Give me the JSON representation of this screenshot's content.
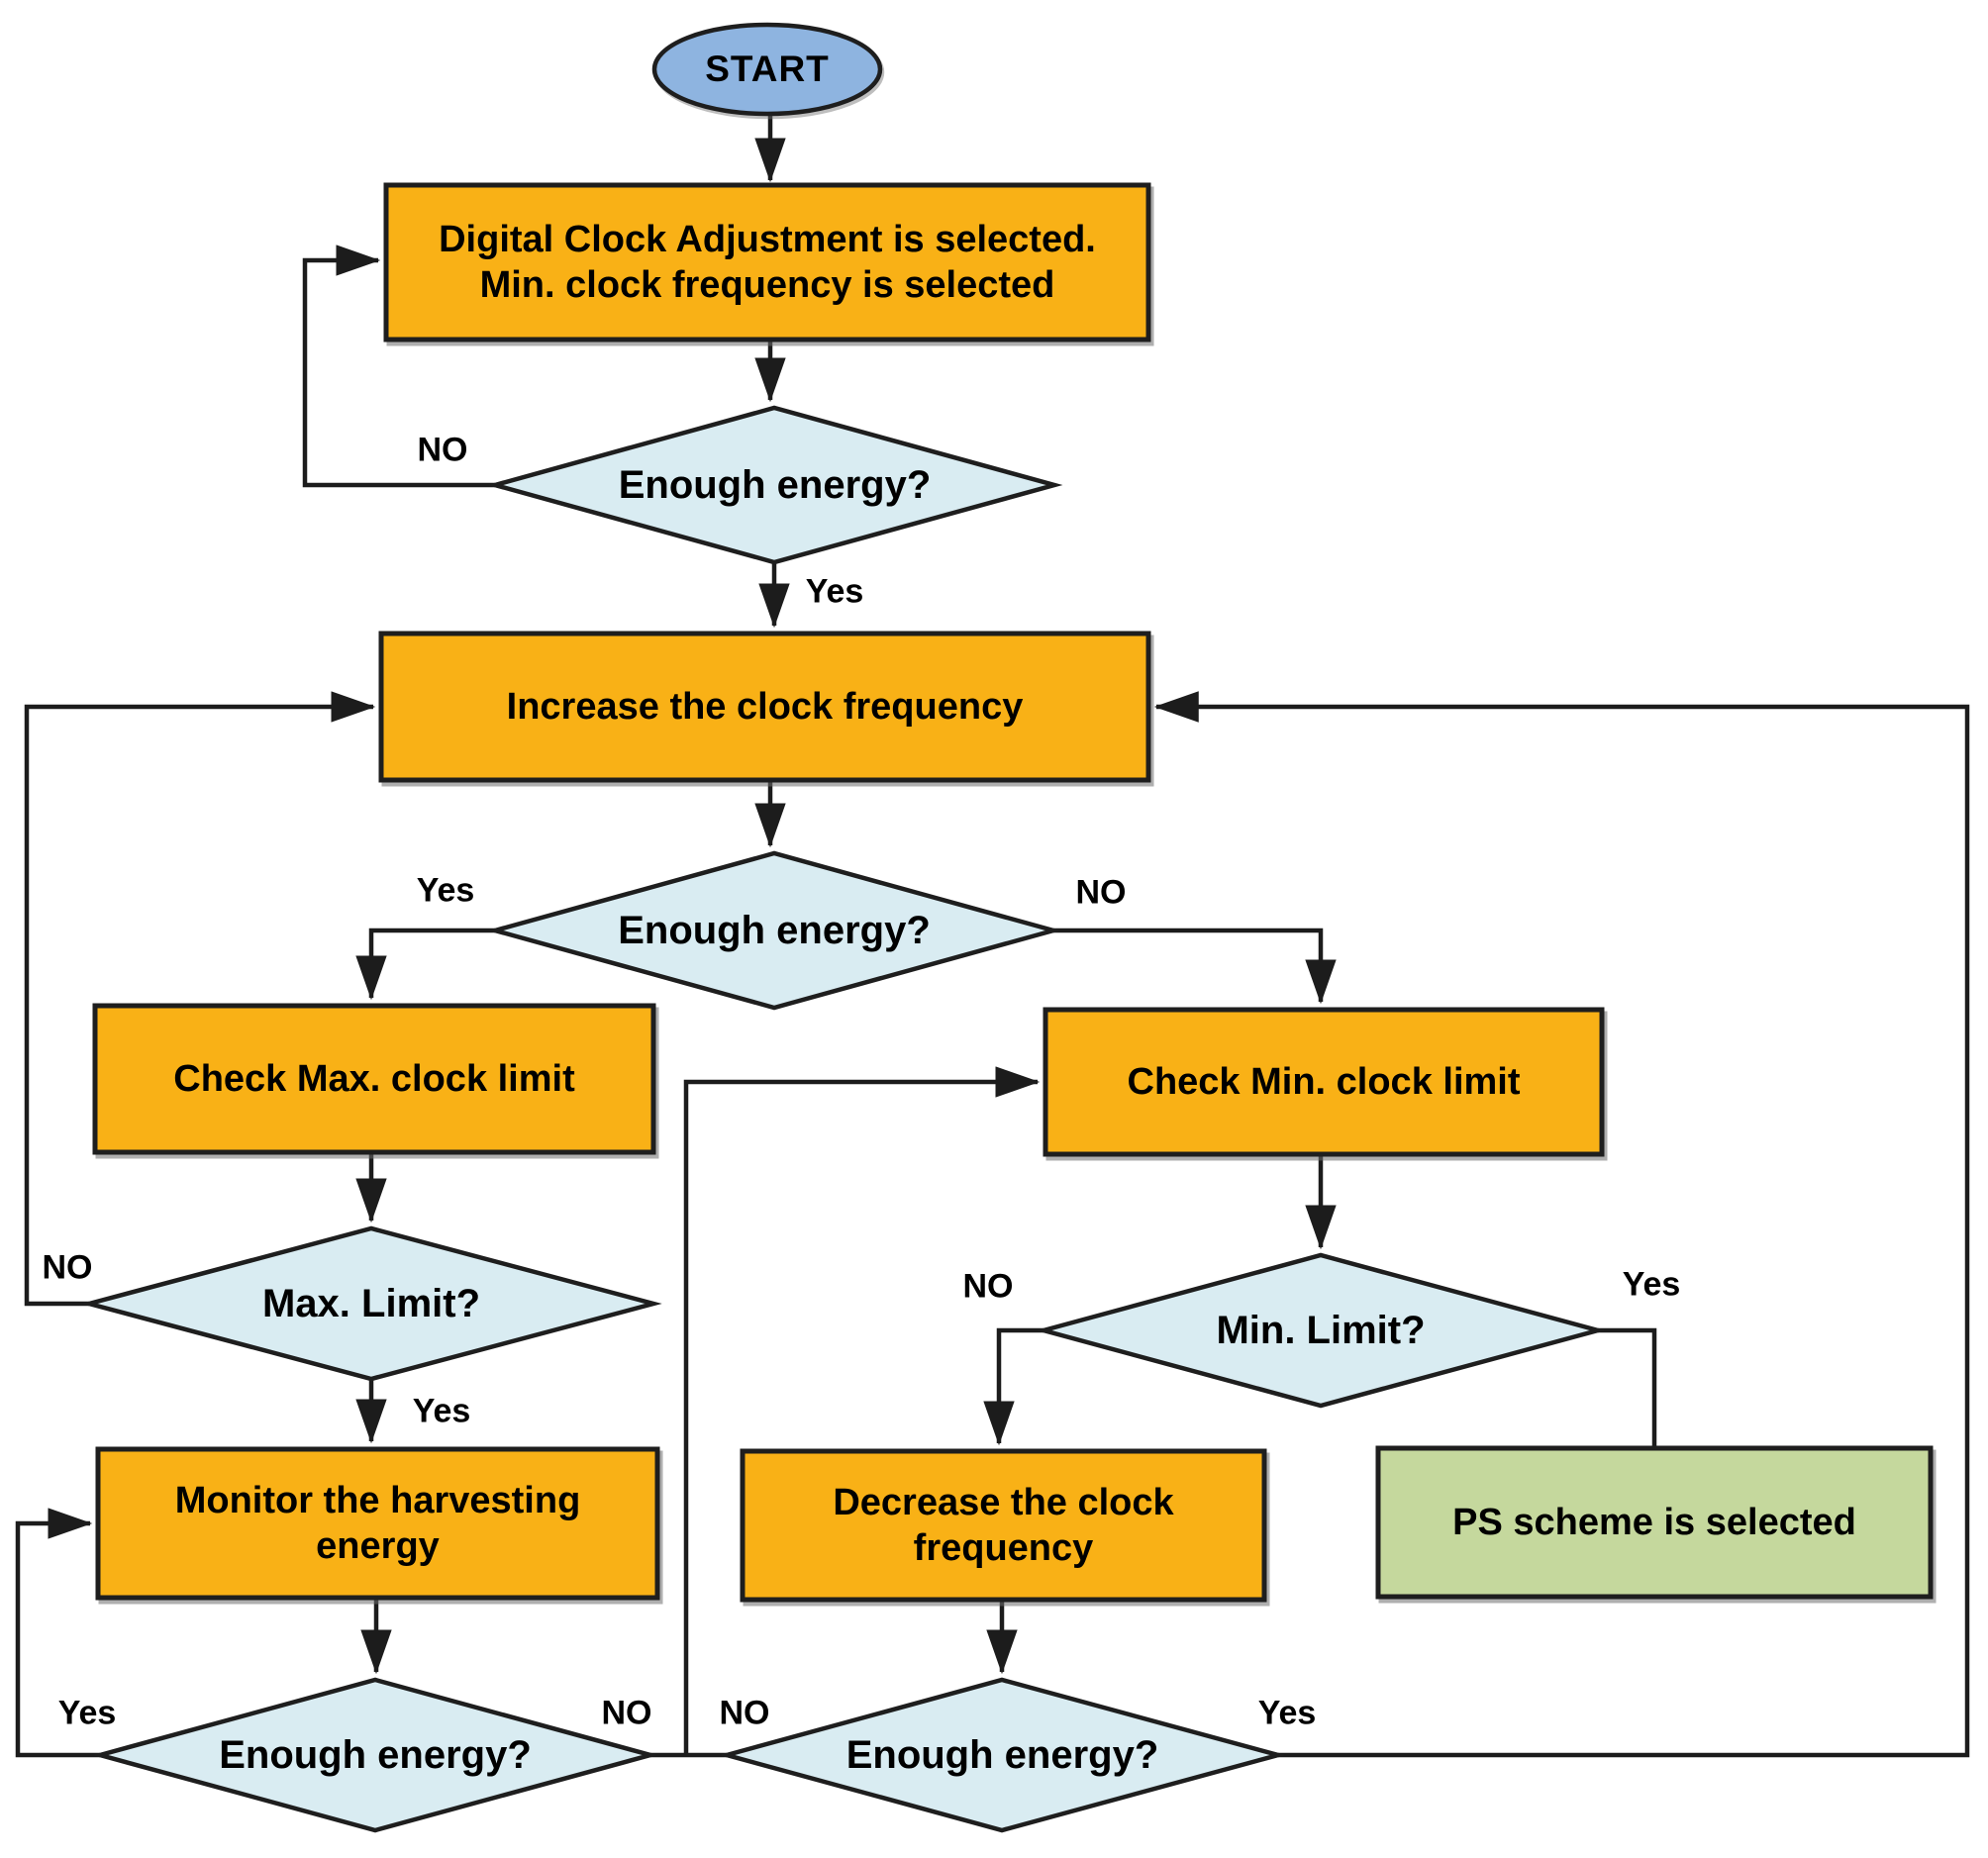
{
  "flowchart": {
    "description": "Digital clock adjustment energy-harvesting decision flowchart",
    "colors": {
      "process_fill": "#F9B116",
      "decision_fill": "#D9ECF2",
      "terminator_fill": "#8EB4E0",
      "end_fill": "#C5D89D",
      "line": "#1c1c1c",
      "edge": "#1e1e1e"
    },
    "nodes": {
      "start": {
        "label": "START",
        "type": "terminator"
      },
      "init": {
        "label": "Digital Clock Adjustment is selected.\nMin. clock frequency is selected",
        "type": "process"
      },
      "d1": {
        "label": "Enough energy?",
        "type": "decision"
      },
      "increase": {
        "label": "Increase the clock frequency",
        "type": "process"
      },
      "d2": {
        "label": "Enough energy?",
        "type": "decision"
      },
      "check_max": {
        "label": "Check Max. clock limit",
        "type": "process"
      },
      "check_min": {
        "label": "Check Min. clock limit",
        "type": "process"
      },
      "d3": {
        "label": "Max. Limit?",
        "type": "decision"
      },
      "d4": {
        "label": "Min. Limit?",
        "type": "decision"
      },
      "monitor": {
        "label": "Monitor the harvesting\nenergy",
        "type": "process"
      },
      "decrease": {
        "label": "Decrease the clock\nfrequency",
        "type": "process"
      },
      "ps": {
        "label": "PS scheme is selected",
        "type": "end"
      },
      "d5": {
        "label": "Enough energy?",
        "type": "decision"
      },
      "d6": {
        "label": "Enough energy?",
        "type": "decision"
      }
    },
    "edge_labels": {
      "d1_no": "NO",
      "d1_yes": "Yes",
      "d2_yes": "Yes",
      "d2_no": "NO",
      "d3_no": "NO",
      "d3_yes": "Yes",
      "d4_no": "NO",
      "d4_yes": "Yes",
      "d5_yes": "Yes",
      "d5_no": "NO",
      "d6_no": "NO",
      "d6_yes": "Yes"
    }
  }
}
